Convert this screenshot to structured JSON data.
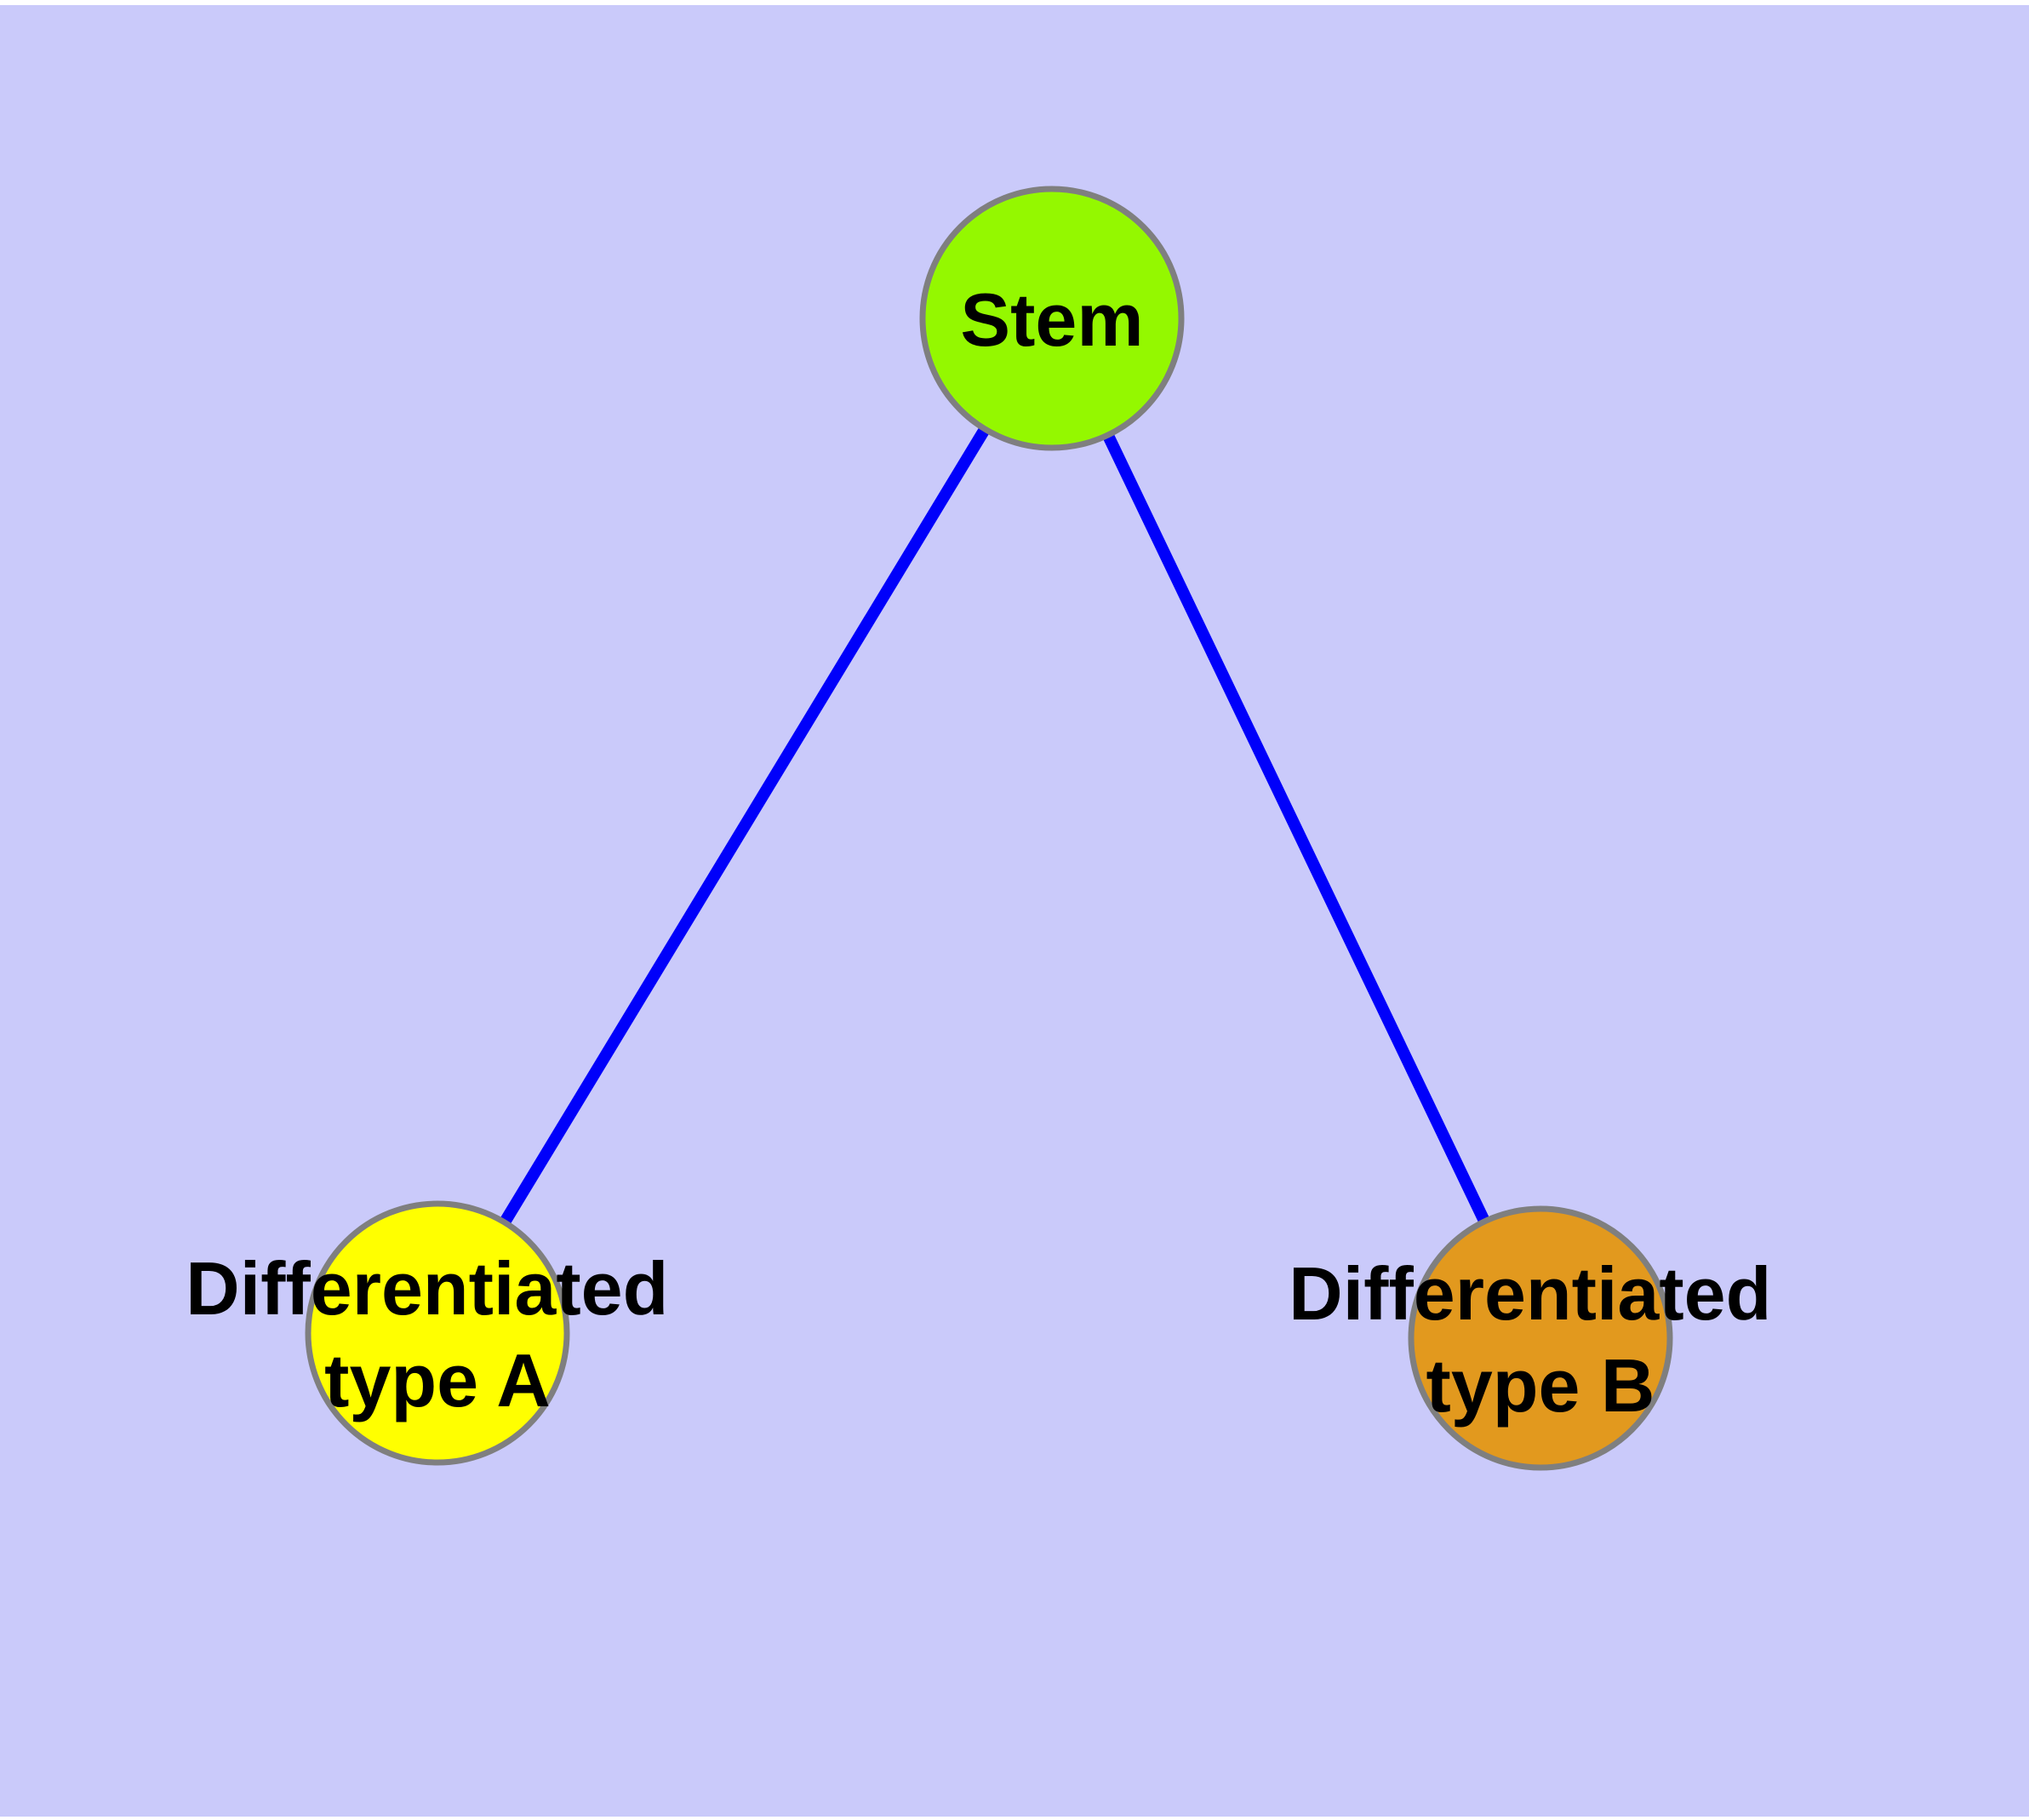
{
  "figure": {
    "background_color": "#CACAFA",
    "margin_color": "#FFFFFF",
    "edge_color": "#0000FA",
    "node_border_color": "#7F7F7F",
    "text_color": "#000000"
  },
  "nodes": [
    {
      "id": "stem",
      "label": "Stem",
      "label_line1": "Stem",
      "label_line2": "",
      "color": "#94F800"
    },
    {
      "id": "type-a",
      "label": "Differentiated type A",
      "label_line1": "Differentiated",
      "label_line2": "type A",
      "color": "#FFFF00"
    },
    {
      "id": "type-b",
      "label": "Differentiated type B",
      "label_line1": "Differentiated",
      "label_line2": "type B",
      "color": "#E2991E"
    }
  ],
  "edges": [
    {
      "from": "Stem",
      "to": "Differentiated type A"
    },
    {
      "from": "Stem",
      "to": "Differentiated type B"
    }
  ]
}
